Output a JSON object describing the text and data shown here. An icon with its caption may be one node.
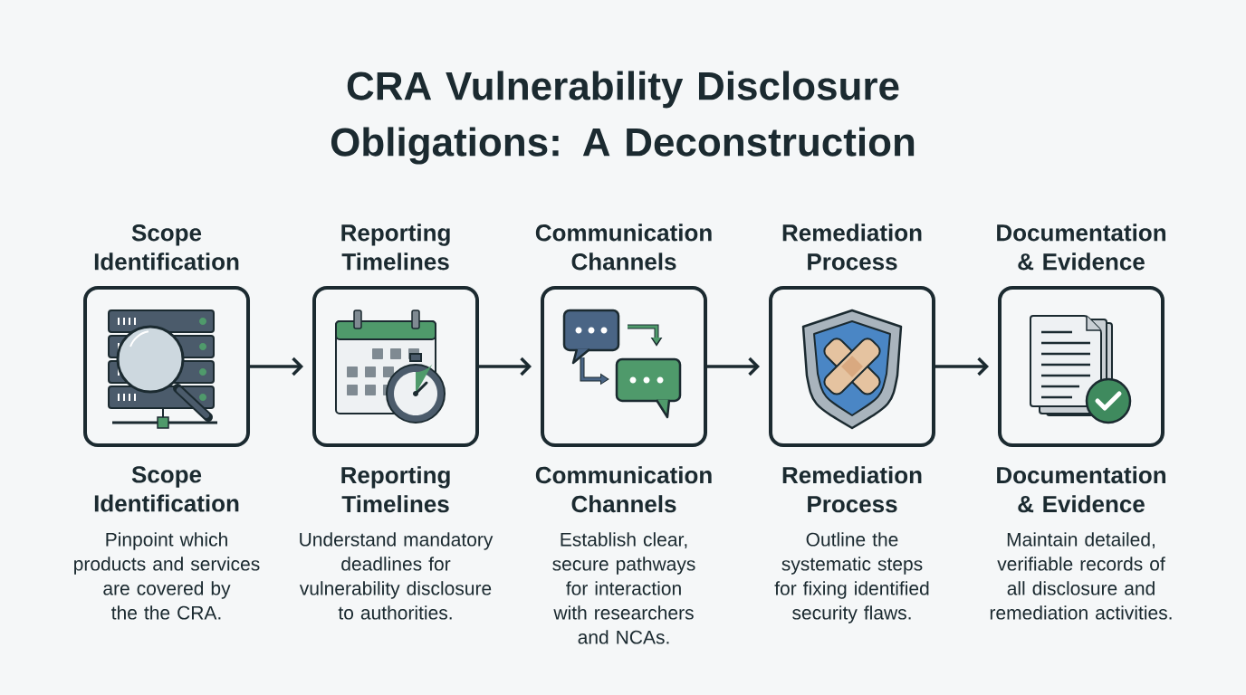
{
  "diagram": {
    "title": "CRA Vulnerability Disclosure Obligations: A Deconstruction",
    "nodes": [
      {
        "text": [
          "Scope Identification"
        ],
        "beside": [
          "Scope Identification",
          "Pinpoint which products and services are covered by the the CRA."
        ]
      },
      {
        "text": [
          "Reporting Timelines"
        ],
        "beside": [
          "Reporting Timelines",
          "Understand mandatory deadlines for vulnerability disclosure to authorities."
        ]
      },
      {
        "text": [
          "Communication Channels"
        ],
        "beside": [
          "Communication Channels",
          "Establish clear, secure pathways for interaction with researchers and NCAs."
        ]
      },
      {
        "text": [
          "Remediation Process"
        ],
        "beside": [
          "Remediation Process",
          "Outline the systematic steps for fixing identified security flaws."
        ]
      },
      {
        "text": [
          "Documentation & Evidence"
        ],
        "beside": [
          "Documentation & Evidence",
          "Maintain detailed, verifiable records of all disclosure and remediation activities."
        ]
      }
    ],
    "edges": [
      {
        "from": 0,
        "to": 1,
        "arrow": "to"
      },
      {
        "from": 1,
        "to": 2,
        "arrow": "to"
      },
      {
        "from": 2,
        "to": 3,
        "arrow": "to"
      },
      {
        "from": 3,
        "to": 4,
        "arrow": "to"
      }
    ]
  }
}
